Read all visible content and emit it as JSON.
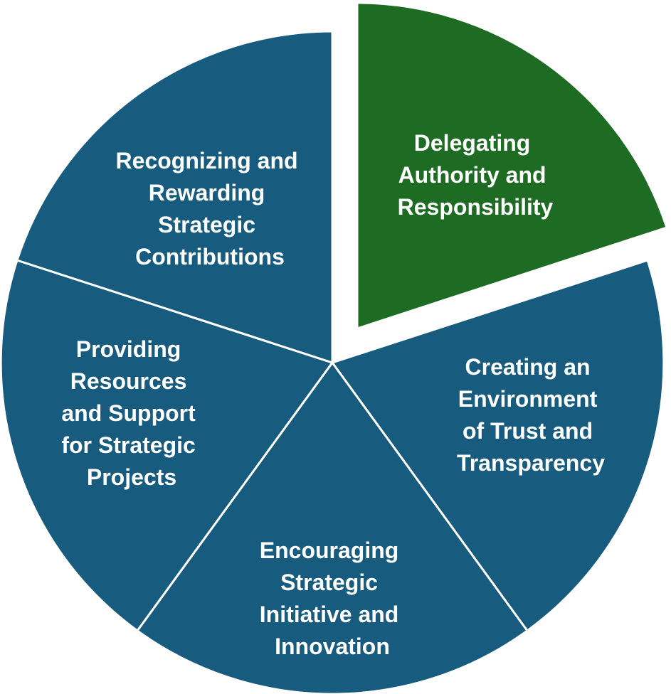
{
  "colors": {
    "segment_blue": "#175b7e",
    "segment_highlight": "#1e6b24",
    "divider": "#ffffff",
    "label_text": "#ffffff"
  },
  "segments": [
    {
      "id": "delegating",
      "highlighted": true,
      "lines": [
        "Delegating",
        "Authority and",
        "Responsibility"
      ]
    },
    {
      "id": "trust",
      "highlighted": false,
      "lines": [
        "Creating an",
        "Environment",
        "of Trust and",
        "Transparency"
      ]
    },
    {
      "id": "initiative",
      "highlighted": false,
      "lines": [
        "Encouraging",
        "Strategic",
        "Initiative and",
        "Innovation"
      ]
    },
    {
      "id": "resources",
      "highlighted": false,
      "lines": [
        "Providing",
        "Resources",
        "and Support",
        "for Strategic",
        "Projects"
      ]
    },
    {
      "id": "recognition",
      "highlighted": false,
      "lines": [
        "Recognizing and",
        "Rewarding",
        "Strategic",
        "Contributions"
      ]
    }
  ]
}
